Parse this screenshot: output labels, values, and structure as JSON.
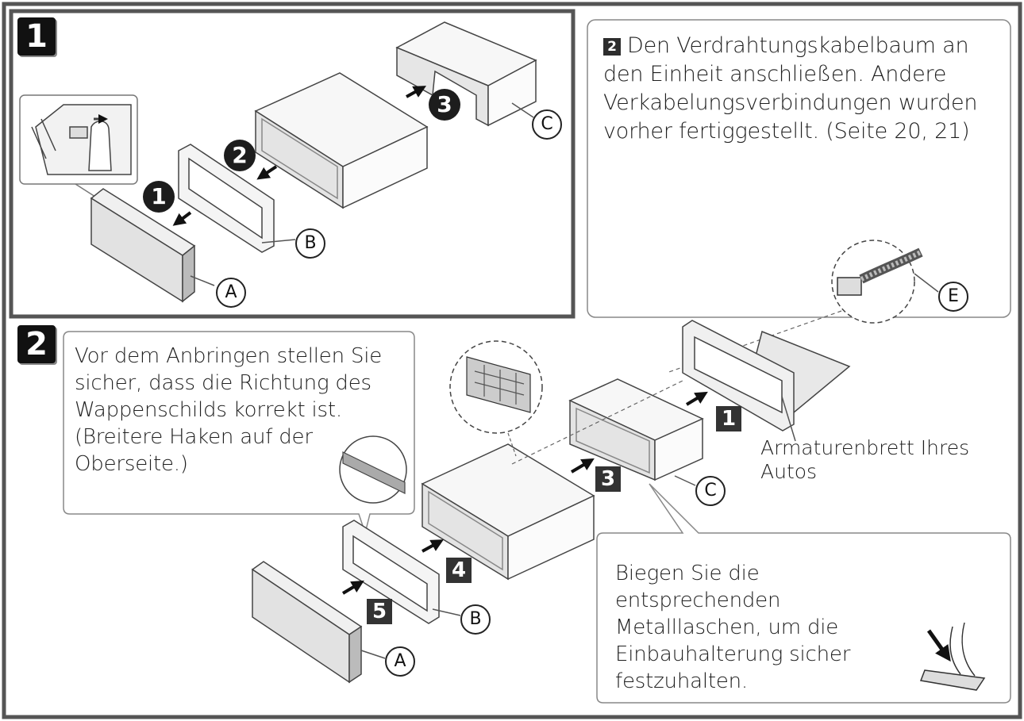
{
  "panels": {
    "step1_badge": "1",
    "step2_badge": "2"
  },
  "note_wiring": {
    "badge": "2",
    "text": "Den Verdrahtungskabelbaum an den Einheit anschließen. Andere Verkabelungsverbindungen wurden vorher fertiggestellt. (Seite 20, 21)"
  },
  "note_emblem": {
    "text": "Vor dem Anbringen stellen Sie sicher, dass die Richtung des Wappenschilds korrekt ist. (Breitere Haken auf der Oberseite.)"
  },
  "note_tabs": {
    "text": "Biegen Sie die entsprechenden Metalllaschen, um die Einbauhalterung sicher festzuhalten."
  },
  "labels": {
    "dashboard": "Armaturenbrett Ihres Autos",
    "A": "A",
    "B": "B",
    "C": "C",
    "E": "E"
  },
  "steps_top": [
    "1",
    "2",
    "3"
  ],
  "steps_bottom": [
    "1",
    "3",
    "4",
    "5"
  ]
}
